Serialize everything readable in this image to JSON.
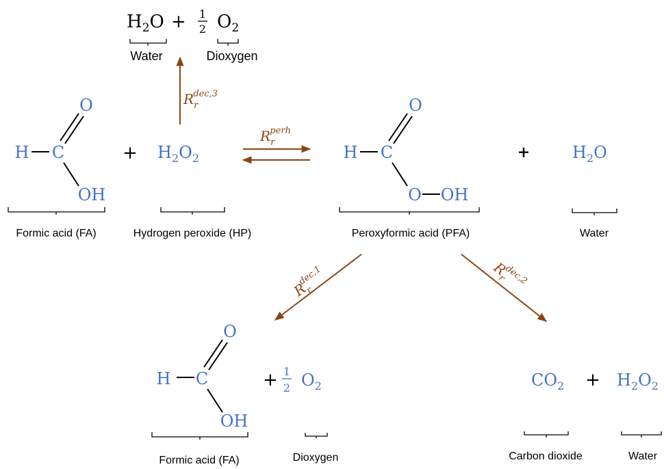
{
  "colors": {
    "molecule": "#4472c4",
    "rate": "#8b4513",
    "text": "#000000"
  },
  "atoms": {
    "H": "H",
    "C": "C",
    "O": "O",
    "OH": "OH"
  },
  "symbols": {
    "plus": "+",
    "half_num": "1",
    "half_den": "2"
  },
  "top_products": {
    "water_formula": {
      "base": "H",
      "sub": "2",
      "rest": "O"
    },
    "dioxygen_formula": {
      "base": "O",
      "sub": "2"
    },
    "water_label": "Water",
    "dioxygen_label": "Dioxygen",
    "rate": {
      "base": "R",
      "sub": "r",
      "sup": "dec,3"
    }
  },
  "reactants": {
    "fa_label": "Formic acid (FA)",
    "hp_formula": {
      "a": "H",
      "sa": "2",
      "b": "O",
      "sb": "2"
    },
    "hp_label": "Hydrogen peroxide (HP)"
  },
  "equilibrium_rate": {
    "base": "R",
    "sub": "r",
    "sup": "perh"
  },
  "products": {
    "pfa_label": "Peroxyformic acid (PFA)",
    "water_formula": {
      "base": "H",
      "sub": "2",
      "rest": "O"
    },
    "water_label": "Water"
  },
  "decomposition_1": {
    "rate": {
      "base": "R",
      "sub": "r",
      "sup": "dec,1"
    },
    "fa_label": "Formic acid (FA)",
    "dioxygen_formula": {
      "base": "O",
      "sub": "2"
    },
    "dioxygen_label": "Dioxygen"
  },
  "decomposition_2": {
    "rate": {
      "base": "R",
      "sub": "r",
      "sup": "dec,2"
    },
    "co2_formula": {
      "base": "CO",
      "sub": "2"
    },
    "co2_label": "Carbon dioxide",
    "hp_formula": {
      "a": "H",
      "sa": "2",
      "b": "O",
      "sb": "2"
    },
    "water_label": "Water"
  }
}
